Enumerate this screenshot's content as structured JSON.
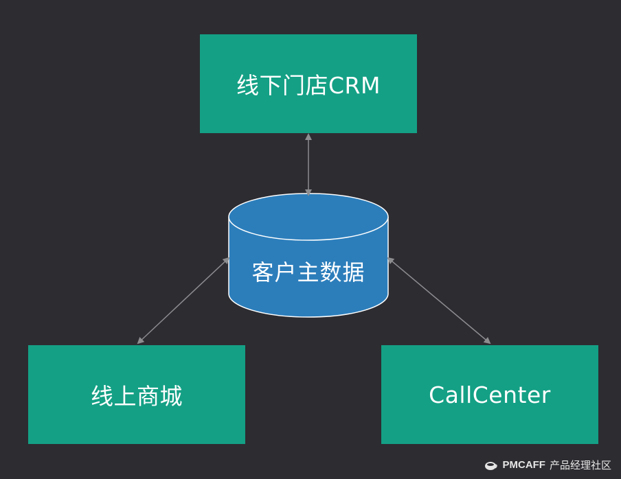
{
  "diagram": {
    "nodes": {
      "crm": {
        "label": "线下门店CRM"
      },
      "master_data": {
        "label": "客户主数据"
      },
      "online_mall": {
        "label": "线上商城"
      },
      "call_center": {
        "label": "CallCenter"
      }
    },
    "edges": [
      {
        "from": "crm",
        "to": "master_data",
        "bidirectional": true
      },
      {
        "from": "online_mall",
        "to": "master_data",
        "bidirectional": true
      },
      {
        "from": "call_center",
        "to": "master_data",
        "bidirectional": true
      }
    ],
    "colors": {
      "background": "#2d2c31",
      "box_fill": "#14a085",
      "database_fill": "#2c7ebb",
      "arrow": "#8d8d90",
      "text": "#ffffff"
    }
  },
  "watermark": {
    "brand": "PMCAFF",
    "tagline": "产品经理社区",
    "icon": "coffee-cup-icon"
  }
}
